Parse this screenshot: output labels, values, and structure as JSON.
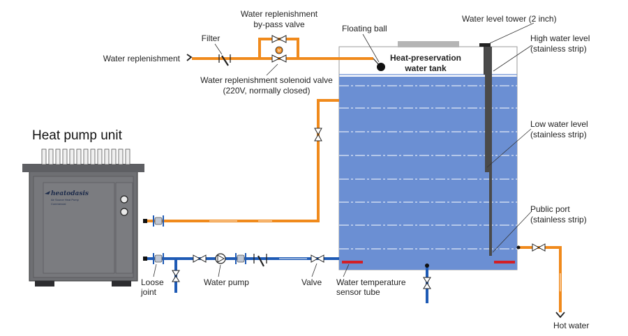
{
  "title": "Heat pump unit",
  "brand": "heatodasis",
  "brand_sub": "Air Source Heat Pump",
  "brand_sub2": "Commercial",
  "labels": {
    "water_replenishment": "Water replenishment",
    "filter": "Filter",
    "bypass_1": "Water replenishment",
    "bypass_2": "by-pass valve",
    "solenoid_1": "Water replenishment solenoid valve",
    "solenoid_2": "(220V, normally closed)",
    "floating_ball": "Floating ball",
    "tank_1": "Heat-preservation",
    "tank_2": "water tank",
    "tower": "Water level tower (2 inch)",
    "high_1": "High water level",
    "high_2": "(stainless strip)",
    "low_1": "Low water level",
    "low_2": "(stainless strip)",
    "public_1": "Public port",
    "public_2": "(stainless strip)",
    "loose_1": "Loose",
    "loose_2": "joint",
    "water_pump": "Water pump",
    "valve": "Valve",
    "sensor_1": "Water temperature",
    "sensor_2": "sensor tube",
    "hot_water": "Hot water"
  },
  "colors": {
    "hot_pipe": "#f08a1c",
    "cold_pipe": "#1f5bb5",
    "tank_water": "#6b8fd3",
    "unit_body": "#6e6f73",
    "sensor_strip": "#d21f26"
  },
  "icons": [
    "valve-icon",
    "pump-icon",
    "filter-icon",
    "solenoid-icon",
    "loose-joint-icon",
    "gauge-icon",
    "fan-icon"
  ]
}
